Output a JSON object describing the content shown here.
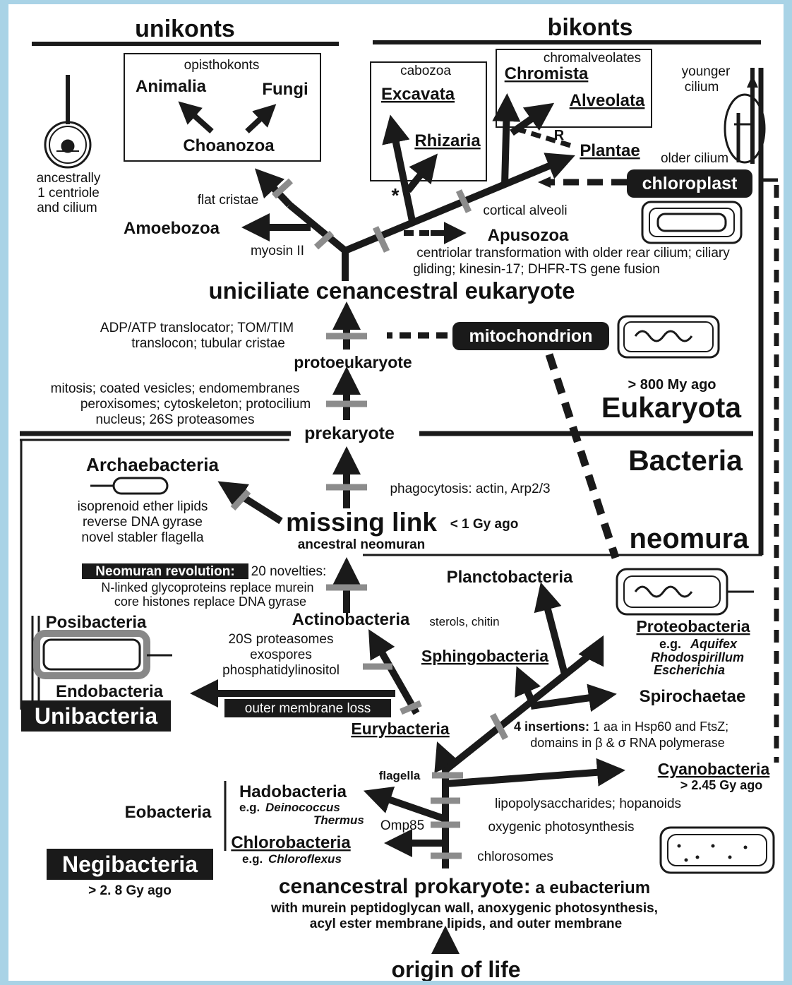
{
  "headers": {
    "unikonts": "unikonts",
    "bikonts": "bikonts"
  },
  "eukaryotes": {
    "opisthokonts": "opisthokonts",
    "animalia": "Animalia",
    "fungi": "Fungi",
    "choanozoa": "Choanozoa",
    "cabozoa": "cabozoa",
    "excavata": "Excavata",
    "rhizaria": "Rhizaria",
    "chromalveolates": "chromalveolates",
    "chromista": "Chromista",
    "alveolata": "Alveolata",
    "plantae": "Plantae",
    "r_mark": "R",
    "star_mark": "*",
    "amoebozoa": "Amoebozoa",
    "apusozoa": "Apusozoa",
    "flat_cristae": "flat cristae",
    "myosin": "myosin II",
    "cortical_alveoli": "cortical alveoli",
    "centriolar_1": "centriolar transformation with older rear cilium; ciliary",
    "centriolar_2": "gliding; kinesin-17; DHFR-TS gene fusion",
    "uniciliate": "uniciliate cenancestral  eukaryote",
    "ancestral_1": "ancestrally",
    "ancestral_2": "1 centriole",
    "ancestral_3": "and cilium",
    "younger_1": "younger",
    "younger_2": "cilium",
    "older_cilium": "older cilium",
    "chloroplast": "chloroplast",
    "mitochondrion": "mitochondrion",
    "adp_1": "ADP/ATP translocator; TOM/TIM",
    "adp_2": "translocon; tubular cristae",
    "protoeukaryote": "protoeukaryote",
    "mitosis_1": "mitosis; coated vesicles; endomembranes",
    "mitosis_2": "peroxisomes; cytoskeleton; protocilium",
    "mitosis_3": "nucleus; 26S proteasomes",
    "my_ago": "> 800 My ago",
    "eukaryota": "Eukaryota",
    "prekaryote": "prekaryote"
  },
  "bacteria": {
    "bacteria_title": "Bacteria",
    "archaebacteria": "Archaebacteria",
    "isoprenoid_1": "isoprenoid ether lipids",
    "isoprenoid_2": "reverse  DNA gyrase",
    "isoprenoid_3": "novel stabler flagella",
    "phagocytosis": "phagocytosis: actin, Arp2/3",
    "missing_link": "missing link",
    "gy_ago": "< 1 Gy ago",
    "ancestral_neomuran": "ancestral neomuran",
    "neomura": "neomura",
    "neomuran_revolution": "Neomuran revolution:",
    "novelties": "20 novelties:",
    "nlinked": "N-linked glycoproteins replace murein",
    "histones": "core histones replace DNA gyrase",
    "planctobacteria": "Planctobacteria",
    "posibacteria": "Posibacteria",
    "actinobacteria": "Actinobacteria",
    "sterols": "sterols, chitin",
    "proteobacteria": "Proteobacteria",
    "eg": "e.g.",
    "aquifex": "Aquifex",
    "rhodospirillum": "Rhodospirillum",
    "escherichia": "Escherichia",
    "proteasomes_1": "20S proteasomes",
    "proteasomes_2": "exospores",
    "proteasomes_3": "phosphatidylinositol",
    "sphingobacteria": "Sphingobacteria",
    "endobacteria": "Endobacteria",
    "spirochaetae": "Spirochaetae",
    "unibacteria": "Unibacteria",
    "outer_membrane_loss": "outer membrane loss",
    "eurybacteria": "Eurybacteria",
    "insertions_bold": "4 insertions:",
    "insertions_rest": " 1 aa in Hsp60 and FtsZ;",
    "domains": "domains in β & σ RNA polymerase",
    "flagella": "flagella",
    "cyanobacteria": "Cyanobacteria",
    "cyano_ago": "> 2.45 Gy ago",
    "hadobacteria": "Hadobacteria",
    "deinococcus": "Deinococcus",
    "thermus": "Thermus",
    "lipopolysaccharides": "lipopolysaccharides; hopanoids",
    "eobacteria": "Eobacteria",
    "omp85": "Omp85",
    "oxygenic": "oxygenic photosynthesis",
    "chlorobacteria": "Chlorobacteria",
    "chloroflexus": "Chloroflexus",
    "chlorosomes": "chlorosomes",
    "negibacteria": "Negibacteria",
    "nega_ago": "> 2. 8 Gy ago"
  },
  "root": {
    "cenancestral_main": "cenancestral prokaryote:",
    "cenancestral_sub": " a eubacterium",
    "murein_1": "with murein peptidoglycan wall, anoxygenic photosynthesis,",
    "murein_2": "acyl ester membrane lipids, and outer membrane",
    "origin": "origin of life"
  }
}
